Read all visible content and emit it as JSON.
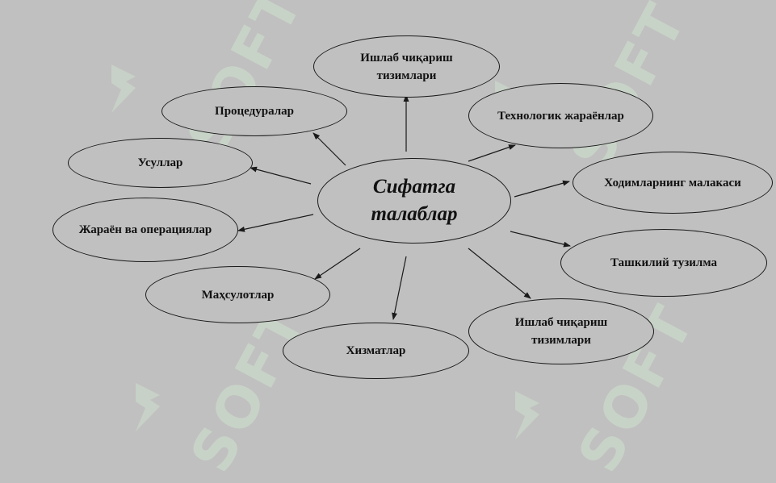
{
  "diagram": {
    "center": {
      "line1": "Сифатга",
      "line2": "талаблар"
    },
    "nodes": {
      "production_top": {
        "line1": "Ишлаб чиқариш",
        "line2": "тизимлари"
      },
      "procedures": "Процедуралар",
      "technological": "Технологик жараёнлар",
      "methods": "Усуллар",
      "staff_qualification": "Ходимларнинг малакаси",
      "processes_operations": "Жараён ва операциялар",
      "org_structure": "Ташкилий тузилма",
      "products": "Маҳсулотлар",
      "production_bottom": {
        "line1": "Ишлаб чиқариш",
        "line2": "тизимлари"
      },
      "services": "Хизматлар"
    }
  },
  "watermark": {
    "text": "SOFT"
  },
  "colors": {
    "background": "#c0c0c0",
    "stroke": "#1a1a1a",
    "watermark": "#cfe3cf"
  }
}
